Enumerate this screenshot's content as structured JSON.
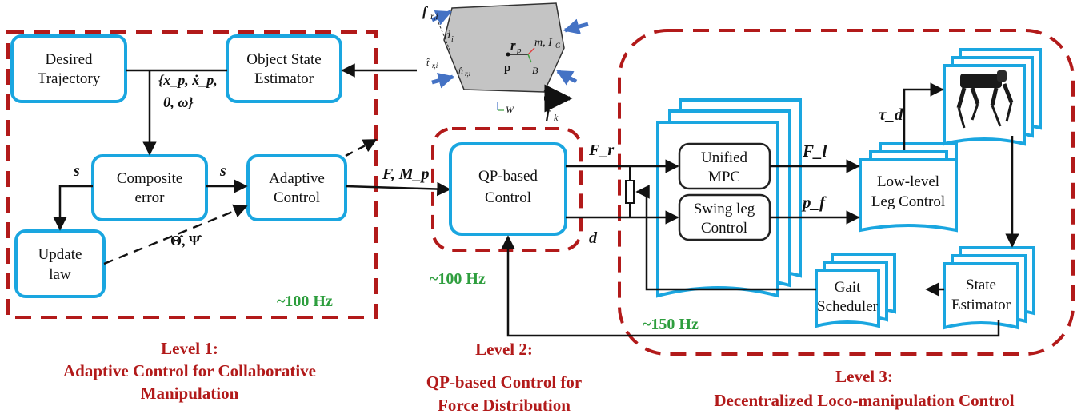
{
  "colors": {
    "box_border": "#1aa6e0",
    "dashed_border": "#b21a1a",
    "freq_text": "#2e9e3e",
    "level_text": "#b21a1a",
    "arrow": "#111111",
    "force_arrow": "#4472c4"
  },
  "level1": {
    "boxes": {
      "desired": [
        "Desired",
        "Trajectory"
      ],
      "object_state": [
        "Object State",
        "Estimator"
      ],
      "composite": [
        "Composite",
        "error"
      ],
      "adaptive": [
        "Adaptive",
        "Control"
      ],
      "update": [
        "Update",
        "law"
      ]
    },
    "state_set_line1": "{x_p, ẋ_p,",
    "state_set_line2": "θ, ω}",
    "s_label": "s",
    "theta_psi": "Θ̂, Ψ̂",
    "freq": "~100 Hz",
    "title": [
      "Level 1:",
      "Adaptive Control for Collaborative",
      "Manipulation"
    ]
  },
  "level2": {
    "box": [
      "QP-based",
      "Control"
    ],
    "input_label": "F, M_p",
    "out_fr": "F_r",
    "out_d": "d",
    "freq": "~100 Hz",
    "title": [
      "Level 2:",
      "QP-based Control for",
      "Force Distribution"
    ]
  },
  "level3": {
    "boxes": {
      "mpc": [
        "Unified",
        "MPC"
      ],
      "swing": [
        "Swing leg",
        "Control"
      ],
      "lowlevel": [
        "Low-level",
        "Leg Control"
      ],
      "gait": [
        "Gait",
        "Scheduler"
      ],
      "state": [
        "State",
        "Estimator"
      ]
    },
    "Fl": "F_l",
    "pf": "p_f",
    "tau": "τ_d",
    "freq": "~150 Hz",
    "title": [
      "Level 3:",
      "Decentralized Loco-manipulation Control"
    ]
  },
  "object": {
    "labels": {
      "f_ri": "f_r,i",
      "di": "d_i",
      "t_ri": "t̂_r,i",
      "n_ri": "n̂_r,i",
      "rp": "r_p",
      "mass": "m, I_G",
      "p": "p",
      "B": "B",
      "W": "W",
      "fk": "f_k"
    }
  }
}
